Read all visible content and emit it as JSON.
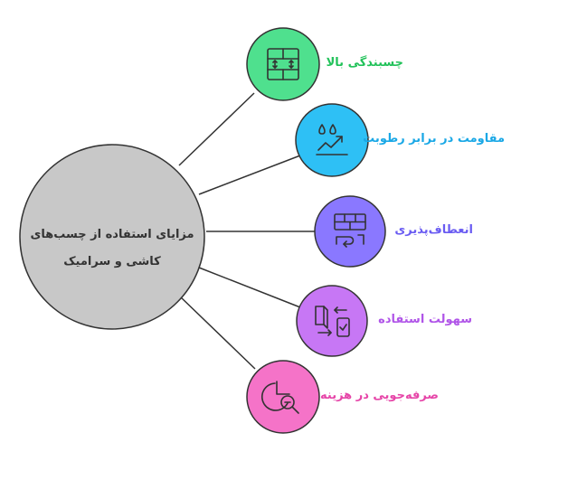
{
  "center": {
    "title_line1": "مزایای استفاده از چسب‌های",
    "title_line2": "کاشی و سرامیک",
    "fill": "#c8c8c8"
  },
  "benefits": [
    {
      "label": "چسبندگی بالا",
      "icon": "tile-adhesion-icon",
      "fill": "#4fe08e",
      "text_color": "#22c25a"
    },
    {
      "label": "مقاومت در برابر رطوبت",
      "icon": "moisture-resistance-icon",
      "fill": "#2ec0f5",
      "text_color": "#1aa8e6"
    },
    {
      "label": "انعطاف‌پذیری",
      "icon": "flexibility-icon",
      "fill": "#8a78ff",
      "text_color": "#6a5cf2"
    },
    {
      "label": "سهولت استفاده",
      "icon": "ease-of-use-icon",
      "fill": "#c777f5",
      "text_color": "#b055e8"
    },
    {
      "label": "صرفه‌جویی در هزینه",
      "icon": "cost-saving-icon",
      "fill": "#f573c8",
      "text_color": "#e645a8"
    }
  ]
}
